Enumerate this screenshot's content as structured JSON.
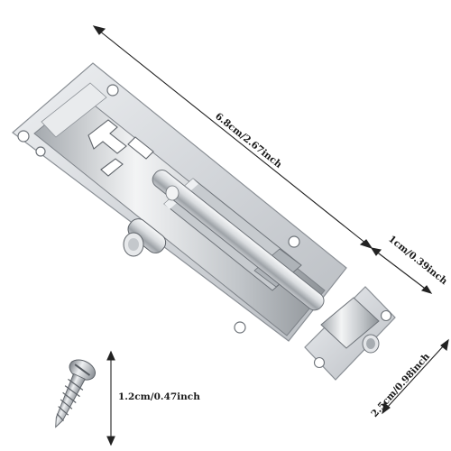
{
  "product": {
    "name": "barrel-bolt-latch",
    "accent": "#c9ccd1",
    "dark": "#6e7379",
    "shadow": "#9aa0a6",
    "highlight": "#f4f5f6",
    "line": "#222222"
  },
  "dimensions": {
    "length": "6.8cm/2.67inch",
    "bolt_diameter": "1cm/0.39inch",
    "keeper_height": "2.5cm/0.98inch",
    "screw_length": "1.2cm/0.47inch"
  }
}
